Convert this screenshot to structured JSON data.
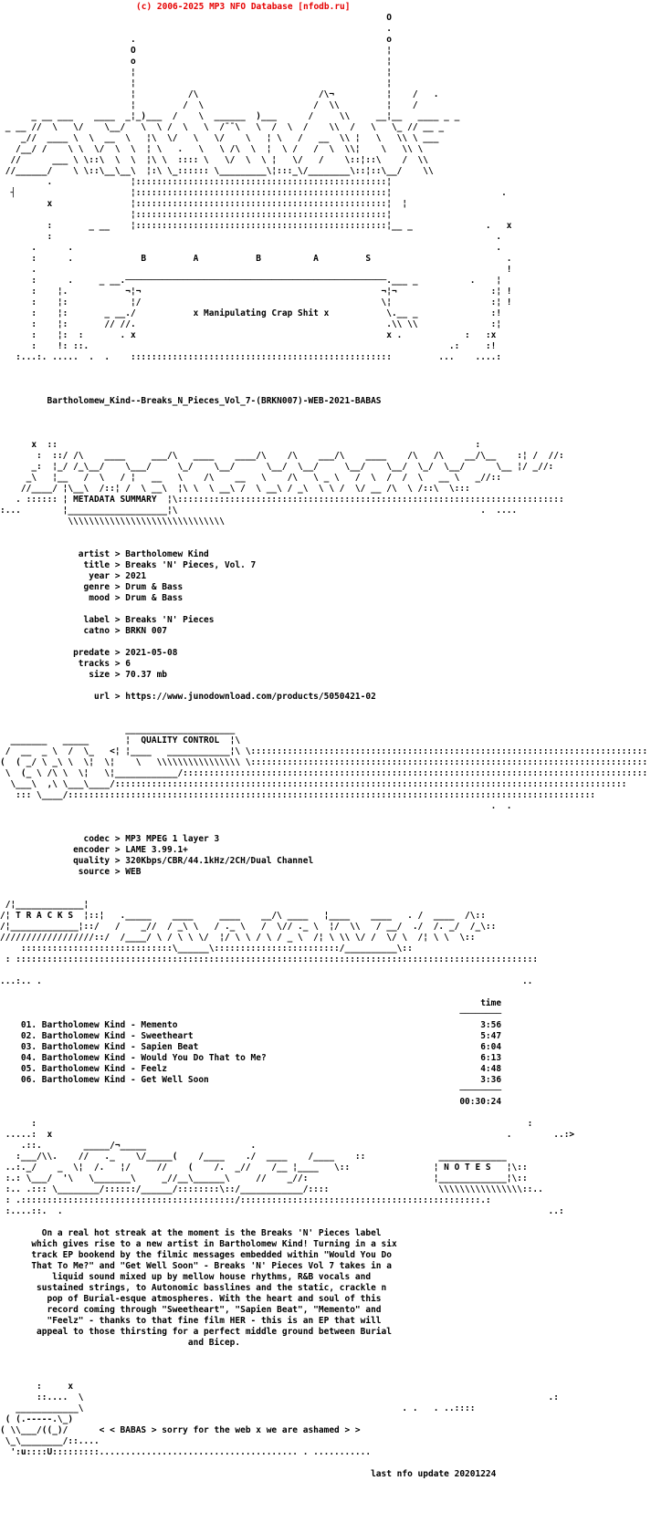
{
  "header": {
    "copyright": "(c) 2006-2025 MP3 NFO Database [nfodb.ru]",
    "color": "#e60000"
  },
  "release": {
    "dirname": "Bartholomew_Kind--Breaks_N_Pieces_Vol_7-(BRKN007)-WEB-2021-BABAS",
    "group": "BABAS",
    "group_letters": "B   A   B   A   S",
    "tagline": "x Manipulating Crap Shit x"
  },
  "sections": {
    "metadata_summary": "METADATA SUMMARY",
    "quality_control": "QUALITY CONTROL",
    "tracks": "T R A C K S",
    "notes": "N O T E S"
  },
  "metadata": {
    "artist": "Bartholomew Kind",
    "title": "Breaks 'N' Pieces, Vol. 7",
    "year": "2021",
    "genre": "Drum & Bass",
    "mood": "Drum & Bass",
    "label": "Breaks 'N' Pieces",
    "catno": "BRKN 007",
    "predate": "2021-05-08",
    "tracks": "6",
    "size": "70.37 mb",
    "url": "https://www.junodownload.com/products/5050421-02"
  },
  "quality": {
    "codec": "MP3 MPEG 1 layer 3",
    "encoder": "LAME 3.99.1+",
    "quality": "320Kbps/CBR/44.1kHz/2CH/Dual Channel",
    "source": "WEB"
  },
  "tracklist": {
    "time_header": "time",
    "items": [
      {
        "no": "01",
        "artist": "Bartholomew Kind",
        "title": "Memento",
        "time": "3:56"
      },
      {
        "no": "02",
        "artist": "Bartholomew Kind",
        "title": "Sweetheart",
        "time": "5:47"
      },
      {
        "no": "03",
        "artist": "Bartholomew Kind",
        "title": "Sapien Beat",
        "time": "6:04"
      },
      {
        "no": "04",
        "artist": "Bartholomew Kind",
        "title": "Would You Do That to Me?",
        "time": "6:13"
      },
      {
        "no": "05",
        "artist": "Bartholomew Kind",
        "title": "Feelz",
        "time": "4:48"
      },
      {
        "no": "06",
        "artist": "Bartholomew Kind",
        "title": "Get Well Soon",
        "time": "3:36"
      }
    ],
    "total_time": "00:30:24"
  },
  "notes_text": "On a real hot streak at the moment is the Breaks 'N' Pieces label which gives rise to a new artist in Bartholomew Kind! Turning in a six track EP bookend by the filmic messages embedded within \"Would You Do That To Me?\" and \"Get Well Soon\" - Breaks 'N' Pieces Vol 7 takes in a liquid sound mixed up by mellow house rhythms, R&B vocals and sustained strings, to Autonomic basslines and the static, crackle n pop of Burial-esque atmospheres. With the heart and soul of this record coming through \"Sweetheart\", \"Sapien Beat\", \"Memento\" and \"Feelz\" - thanks to that fine film HER - this is an EP that will appeal to those thirsting for a perfect middle ground between Burial and Bicep.",
  "footer": {
    "babas_line": "< < BABAS > sorry for the web x we are ashamed > >",
    "last_update": "last nfo update 20201224"
  },
  "nfo_lines": [
    "                                                                          O",
    "                                                                          .",
    "                         .                                                o",
    "                         O                                                ¦",
    "                         o                                                ¦",
    "                         ¦                                                ¦",
    "                         ¦                                                ¦",
    "                         ¦          /\\                       /\\¬          ¦    /   .",
    "                         ¦         /  \\                     /  \\\\         ¦    /",
    "      _ __ ___    ____  _¦_)___  /    \\  ______  )___      /     \\\\     __¦__   ____ _ _",
    " _ __ //  \\   \\/    \\__/   \\  \\ /  \\   \\  /¯¯\\   \\  /  \\  /    \\\\  /   \\   \\_ // __ _",
    "    _//  ____ \\  \\  __  \\   ¦\\  \\/   \\   \\/    \\   ¦ \\   /   __  \\\\ ¦   \\   \\\\ \\ ___",
    "   /__/ /    \\ \\  \\/  \\  \\  ¦ \\   .   \\   \\ /\\  \\  ¦  \\ /   /  \\  \\\\¦    \\   \\\\ \\",
    "  //      ___ \\ \\::\\  \\  \\  ¦\\ \\  :::: \\   \\/  \\  \\ ¦   \\/   /    \\::¦::\\    /  \\\\",
    " //______/    \\ \\::\\__\\__\\  ¦:\\ \\_:::::: \\_________\\¦:::_\\/________\\::¦::\\__/    \\\\",
    "         .               ¦::::::::::::::::::::::::::::::::::::::::::::::::¦",
    "  ┤                      ¦::::::::::::::::::::::::::::::::::::::::::::::::¦                     .",
    "         x               ¦::::::::::::::::::::::::::::::::::::::::::::::::¦  ¦",
    "                         ¦::::::::::::::::::::::::::::::::::::::::::::::::¦",
    "         :       _ __    ¦::::::::::::::::::::::::::::::::::::::::::::::::¦__ _              .   x",
    "         :                                                                                     .",
    "      .      .                                                                                 .",
    "      :      .             B         A           B          A         S                          .",
    "      .                                                                                          !",
    "      :      .     _ __.──────────────────────────────────────────────────.___ _          .    ¦",
    "      :    ¦.           ¬¦¬                                              ¬¦¬                  :¦ !",
    "      :    ¦:            ¦/                                              \\¦                   :¦ !",
    "      :    ¦:       _ __./           x Manipulating Crap Shit x           \\.__ _              :!",
    "      :    ¦:       // //.                                                .\\\\ \\\\              :¦",
    "      :    ¦:  :       . x                                                x .            :   :x",
    "      :    !: ::.                                                                     .:     :!",
    "   :...:. .....  .  .    ::::::::::::::::::::::::::::::::::::::::::::::::::         ...    ....:",
    "",
    "",
    "",
    "         Bartholomew_Kind--Breaks_N_Pieces_Vol_7-(BRKN007)-WEB-2021-BABAS",
    "",
    "",
    "",
    "      x  ::                                                                                :",
    "       :  ::/ /\\    ____     ___/\\   ____    ____/\\    /\\    ___/\\    ____    /\\   /\\    __/\\__    :¦ /  //:",
    "      _:  ¦_/ /_\\__/    \\___/     \\_/    \\__/      \\__/  \\__/     \\__/    \\__/  \\_/  \\__/      \\__ ¦/ _//:",
    "     _\\   ¦__   /  \\   / ¦   __   \\    /\\    __   \\    /\\   \\ _ \\   /  \\  /  /  \\   __ \\   _//::",
    "    //____/ ¦\\__\\  /::¦ /  \\ __\\  ¦\\ \\  \\ __\\ /  \\ __\\ / _\\  \\ \\ /  \\/ __ /\\  \\ /::\\  \\:::",
    "   . :::::: ¦ METADATA SUMMARY  ¦\\::::::::::::::::::::::::::::::::::::::::::::::::::::::::::::::::::::::::::",
    ":...        ¦___________________¦\\                                                          .  ....",
    "             \\\\\\\\\\\\\\\\\\\\\\\\\\\\\\\\\\\\\\\\\\\\\\\\\\\\\\\\\\\\",
    "",
    "",
    "               artist > Bartholomew Kind",
    "                title > Breaks 'N' Pieces, Vol. 7",
    "                 year > 2021",
    "                genre > Drum & Bass",
    "                 mood > Drum & Bass",
    "",
    "                label > Breaks 'N' Pieces",
    "                catno > BRKN 007",
    "",
    "              predate > 2021-05-08",
    "               tracks > 6",
    "                 size > 70.37 mb",
    "",
    "                  url > https://www.junodownload.com/products/5050421-02",
    "",
    "",
    "                        _____________________",
    "  _______   _____       ¦  QUALITY CONTROL  ¦\\",
    " /  __  _ \\  /  \\_   <¦ ¦____   ____________¦\\ \\::::::::::::::::::::::::::::::::::::::::::::::::::::::::::::::::::::::::::::",
    "(  ( _/ \\ _\\ \\  \\¦  \\¦    \\   \\\\\\\\\\\\\\\\\\\\\\\\\\\\\\\\ \\::::::::::::::::::::::::::::::::::::::::::::::::::::::::::::::::::::::::::::",
    " \\  (_ \\ /\\ \\  \\¦   \\¦____________/:::::::::::::::::::::::::::::::::::::::::::::::::::::::::::::::::::::::::::::::::::::::::",
    "  \\___\\  ,\\ \\___\\____/::::::::::::::::::::::::::::::::::::::::::::::::::::::::::::::::::::::::::::::::::::::::::::::::::",
    "   ::: \\____/:::::::::::::::::::::::::::::::::::::::::::::::::::::::::::::::::::::::::::::::::::::::::::::::::::::",
    "                                                                                              .  .",
    "",
    "",
    "                codec > MP3 MPEG 1 layer 3",
    "              encoder > LAME 3.99.1+",
    "              quality > 320Kbps/CBR/44.1kHz/2CH/Dual Channel",
    "               source > WEB",
    "",
    "",
    " /¦_____________¦",
    "/¦ T R A C K S  ¦::¦   ._____    ____     ____    __/\\ ____   ¦____    ____   . /  ____  /\\::",
    "/¦_____________¦::/   /    _//  / _\\ \\   / ._ \\   /  \\// ._ \\  ¦/  \\\\   / __/  ./  /. _/  /_\\::",
    "//////////////////::/  /____/ \\ / \\ \\ \\/  ¦/ \\ \\ / \\ / _ \\  /¦ \\ \\\\ \\/ /  \\/ \\  /¦ \\ \\  \\::",
    "    :::::::::::::::::::::::::::::\\______\\::::::::::::::::::::::::/__________\\::",
    " : ::::::::::::::::::::::::::::::::::::::::::::::::::::::::::::::::::::::::::::::::::::::::::::::::::::",
    "",
    "...:.. .                                                                                            ..",
    "",
    "                                                                                            time",
    "                                                                                        ────────",
    "    01. Bartholomew Kind - Memento                                                          3:56",
    "    02. Bartholomew Kind - Sweetheart                                                       5:47",
    "    03. Bartholomew Kind - Sapien Beat                                                      6:04",
    "    04. Bartholomew Kind - Would You Do That to Me?                                         6:13",
    "    05. Bartholomew Kind - Feelz                                                            4:48",
    "    06. Bartholomew Kind - Get Well Soon                                                    3:36",
    "                                                                                        ────────",
    "                                                                                        00:30:24",
    "",
    "      :                                                                                              :",
    " .....:  x                                                                                       .        ..:>",
    "    .::.        _____/¬_____                    .",
    "   :___/\\\\.    //   ._    \\/_____(    /____    ./  ____    /____    ::              _____________",
    " ..:._/    _  \\¦  /.   ¦/     //    (    /.  _//    /__ ¦____   \\::                ¦ N O T E S   ¦\\::",
    " :.: \\___/  '\\   \\_______\\     _//__\\______\\     //    _//:                        ¦_____________¦\\::",
    " :.. .::: \\________/::::::/______/::::::::\\::/____________/::::                     \\\\\\\\\\\\\\\\\\\\\\\\\\\\\\\\::..",
    " : .:::::::::::::::::::::::::::::::::::::::::/::::::::::::::::::::::::::::::::::::::::::::::.:",
    " :....::.  .                                                                                             ..:",
    "",
    "        On a real hot streak at the moment is the Breaks 'N' Pieces label",
    "      which gives rise to a new artist in Bartholomew Kind! Turning in a six",
    "      track EP bookend by the filmic messages embedded within \"Would You Do",
    "      That To Me?\" and \"Get Well Soon\" - Breaks 'N' Pieces Vol 7 takes in a",
    "          liquid sound mixed up by mellow house rhythms, R&B vocals and",
    "       sustained strings, to Autonomic basslines and the static, crackle n",
    "         pop of Burial-esque atmospheres. With the heart and soul of this",
    "         record coming through \"Sweetheart\", \"Sapien Beat\", \"Memento\" and",
    "         \"Feelz\" - thanks to that fine film HER - this is an EP that will",
    "       appeal to those thirsting for a perfect middle ground between Burial",
    "                                    and Bicep.",
    "",
    "",
    "",
    "       :     x",
    "       ::....  \\                                                                                         .:",
    "   ____________\\                                                             . .   . ..::::",
    " ( (.-----.\\_)",
    "( \\\\___/((_)/      < < BABAS > sorry for the web x we are ashamed > >",
    " \\_\\________/::....",
    "  ':u::::U:::::::::...................................... . ...........",
    "",
    "                                                                       last nfo update 20201224",
    "",
    "",
    "",
    "",
    ""
  ]
}
